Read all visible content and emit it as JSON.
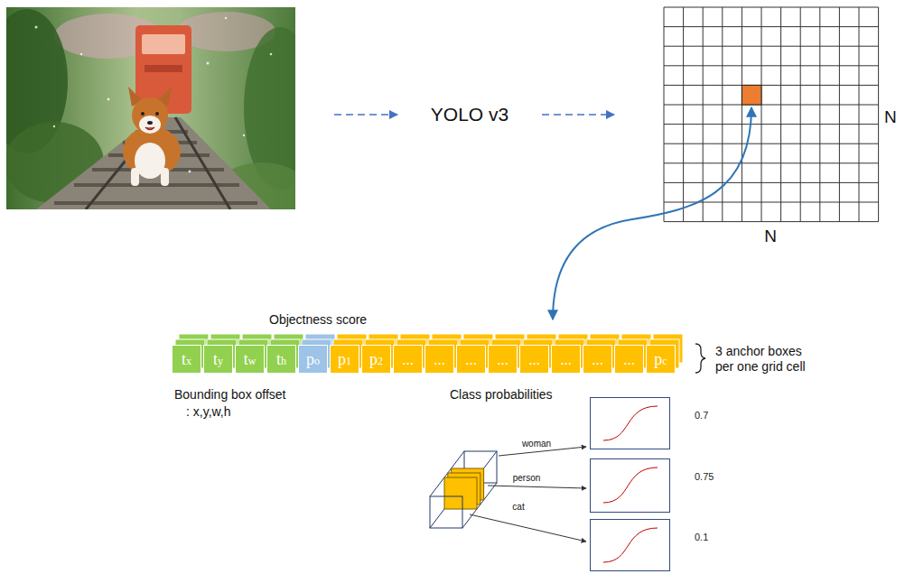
{
  "diagram": {
    "nodes": [
      {
        "text": [
          "tx"
        ]
      },
      {
        "text": [
          "ty"
        ]
      },
      {
        "text": [
          "tw"
        ]
      },
      {
        "text": [
          "th"
        ]
      },
      {
        "text": [
          "po"
        ]
      },
      {
        "text": [
          "p1"
        ]
      },
      {
        "text": [
          "p2"
        ]
      },
      {
        "text": [
          "..."
        ]
      },
      {
        "text": [
          "..."
        ]
      },
      {
        "text": [
          "..."
        ]
      },
      {
        "text": [
          "..."
        ]
      },
      {
        "text": [
          "..."
        ]
      },
      {
        "text": [
          "..."
        ]
      },
      {
        "text": [
          "..."
        ]
      },
      {
        "text": [
          "..."
        ]
      },
      {
        "text": [
          "pc"
        ]
      },
      {
        "text": [
          "0.7"
        ]
      },
      {
        "text": [
          "0.75"
        ]
      },
      {
        "text": [
          "0.1"
        ]
      }
    ],
    "labels": [
      "YOLO v3",
      "N",
      "N",
      "Objectness score",
      "3 anchor boxes per one grid cell",
      "Bounding box offset",
      ": x,y,w,h",
      "Class probabilities",
      "woman",
      "person",
      "cat"
    ]
  }
}
